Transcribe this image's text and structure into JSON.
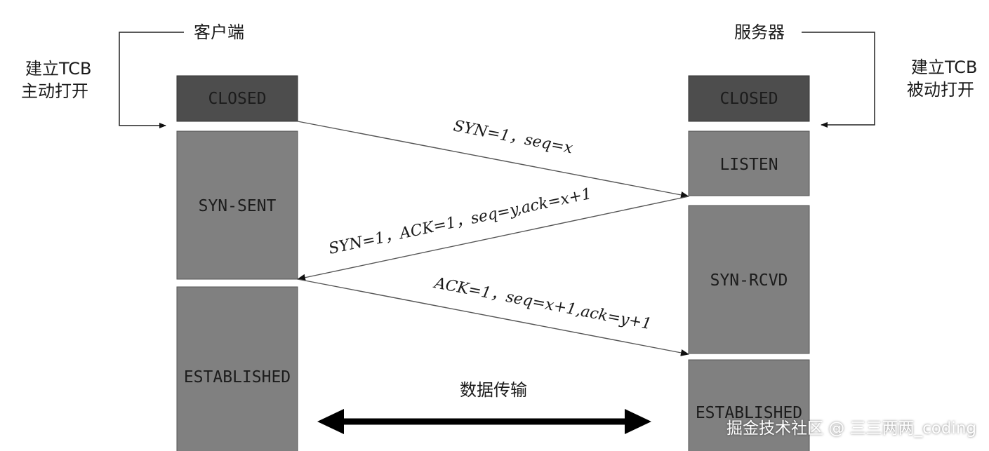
{
  "client": {
    "title": "客户端",
    "note_line1": "建立TCB",
    "note_line2": "主动打开"
  },
  "server": {
    "title": "服务器",
    "note_line1": "建立TCB",
    "note_line2": "被动打开"
  },
  "client_states": [
    "CLOSED",
    "SYN-SENT",
    "ESTABLISHED"
  ],
  "server_states": [
    "CLOSED",
    "LISTEN",
    "SYN-RCVD",
    "ESTABLISHED"
  ],
  "messages": {
    "syn": "SYN=1，seq=x",
    "syn_ack": "SYN=1，ACK=1，seq=y,ack=x+1",
    "ack": "ACK=1，seq=x+1,ack=y+1"
  },
  "data_transfer": "数据传输",
  "watermark": "掘金技术社区 @ 三三两两_coding",
  "colors": {
    "closed_fill": "#4d4d4d",
    "state_fill": "#808080",
    "line": "#000000"
  }
}
